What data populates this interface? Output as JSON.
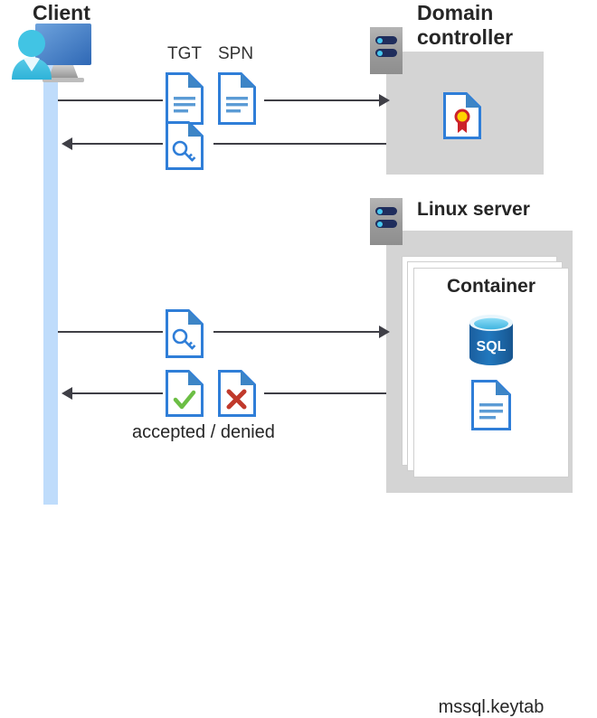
{
  "diagram": {
    "title_client": "Client",
    "title_domain_controller": "Domain\ncontroller",
    "title_linux_server": "Linux server",
    "title_container": "Container",
    "label_tgt": "TGT",
    "label_spn": "SPN",
    "label_accepted_denied": "accepted / denied",
    "label_keytab": "mssql.keytab",
    "label_sql": "SQL"
  },
  "icons": {
    "client": "client-computer-icon",
    "rack_dc": "server-rack-icon",
    "rack_linux": "server-rack-icon",
    "doc_tgt": "document-icon",
    "doc_spn": "document-icon",
    "doc_ticket_top": "key-document-icon",
    "doc_ticket_bottom": "key-document-icon",
    "doc_accepted": "check-document-icon",
    "doc_denied": "cross-document-icon",
    "doc_certificate": "certificate-document-icon",
    "doc_keytab": "document-icon",
    "db_sql": "sql-database-icon"
  },
  "colors": {
    "panel_gray": "#d4d4d4",
    "lifeline_blue": "#bfdcfb",
    "doc_blue": "#2f7ed8",
    "doc_fold_blue": "#3d85c6",
    "accent_accepted_green": "#6cbe45",
    "accent_denied_red": "#c0392b",
    "seal_gold": "#ffd400",
    "seal_red": "#cc2229",
    "sql_blue": "#1f6cb0",
    "sql_top_cyan": "#5ec8ee",
    "rack_navy": "#1f2d5c",
    "rack_dot_blue": "#46c8f0",
    "arrow_gray": "#3f3f46",
    "text_dark": "#262626"
  },
  "flows": [
    {
      "name": "client-to-dc-request",
      "direction": "right",
      "payload": [
        "TGT",
        "SPN"
      ]
    },
    {
      "name": "dc-to-client-ticket",
      "direction": "left",
      "payload": [
        "service-ticket"
      ]
    },
    {
      "name": "client-to-linux-ticket",
      "direction": "right",
      "payload": [
        "service-ticket"
      ]
    },
    {
      "name": "linux-to-client-result",
      "direction": "left",
      "payload": [
        "accepted",
        "denied"
      ]
    }
  ]
}
